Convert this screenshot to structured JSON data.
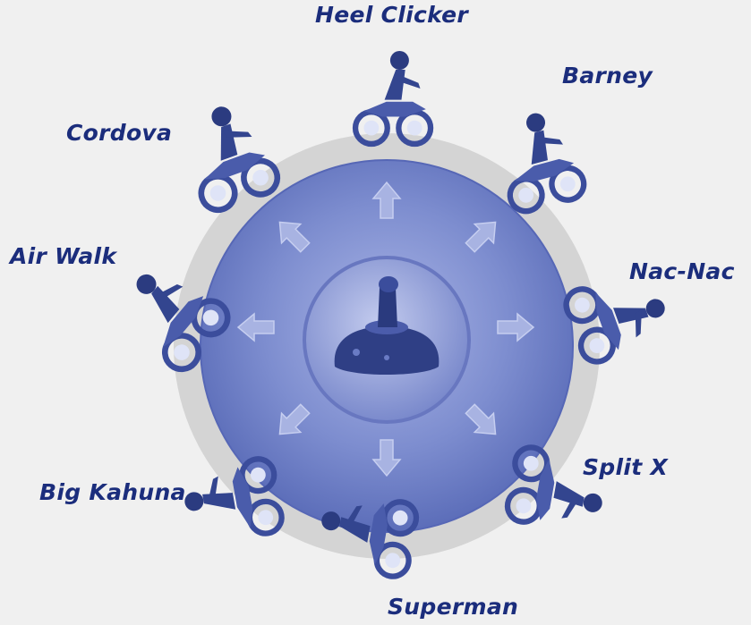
{
  "tricks": {
    "heel_clicker": "Heel Clicker",
    "barney": "Barney",
    "cordova": "Cordova",
    "nac_nac": "Nac-Nac",
    "air_walk": "Air Walk",
    "split_x": "Split X",
    "big_kahuna": "Big Kahuna",
    "superman": "Superman"
  },
  "colors": {
    "label": "#1b2d7c",
    "outer_ring": "#d6d6d6",
    "disc": "#6d7dc4",
    "hub": "#8190cf",
    "rider": "#3b4d9c",
    "arrow": "#9ba7dc"
  },
  "icons": {
    "center": "joystick-icon",
    "riders": "motocross-rider-icon",
    "arrows": "direction-arrow-icon"
  }
}
